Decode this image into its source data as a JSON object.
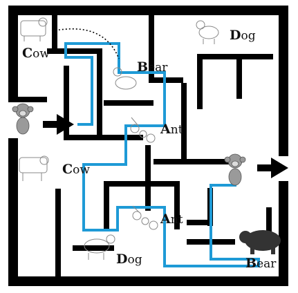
{
  "labels": {
    "cow_top": {
      "first": "C",
      "rest": "ow"
    },
    "bear_top": {
      "first": "B",
      "rest": "ear"
    },
    "dog_top": {
      "first": "D",
      "rest": "og"
    },
    "ant_mid": {
      "first": "A",
      "rest": "nt"
    },
    "cow_mid": {
      "first": "C",
      "rest": "ow"
    },
    "ant_bottom": {
      "first": "A",
      "rest": "nt"
    },
    "dog_bottom": {
      "first": "D",
      "rest": "og"
    },
    "bear_bottom": {
      "first": "B",
      "rest": "ear"
    }
  },
  "colors": {
    "wall": "#000000",
    "path": "#1e9ad6",
    "arrow": "#000000",
    "figure": "#8a8a8a"
  },
  "icons": {
    "start_arrow": "arrow-right-icon",
    "exit_arrow": "arrow-right-icon",
    "start_figure": "monkey-icon",
    "exit_figure": "monkey-icon",
    "animals": [
      "cow-icon",
      "bear-icon",
      "dog-icon",
      "ant-icon",
      "cow-icon",
      "ant-icon",
      "dog-icon",
      "bear-icon"
    ]
  }
}
